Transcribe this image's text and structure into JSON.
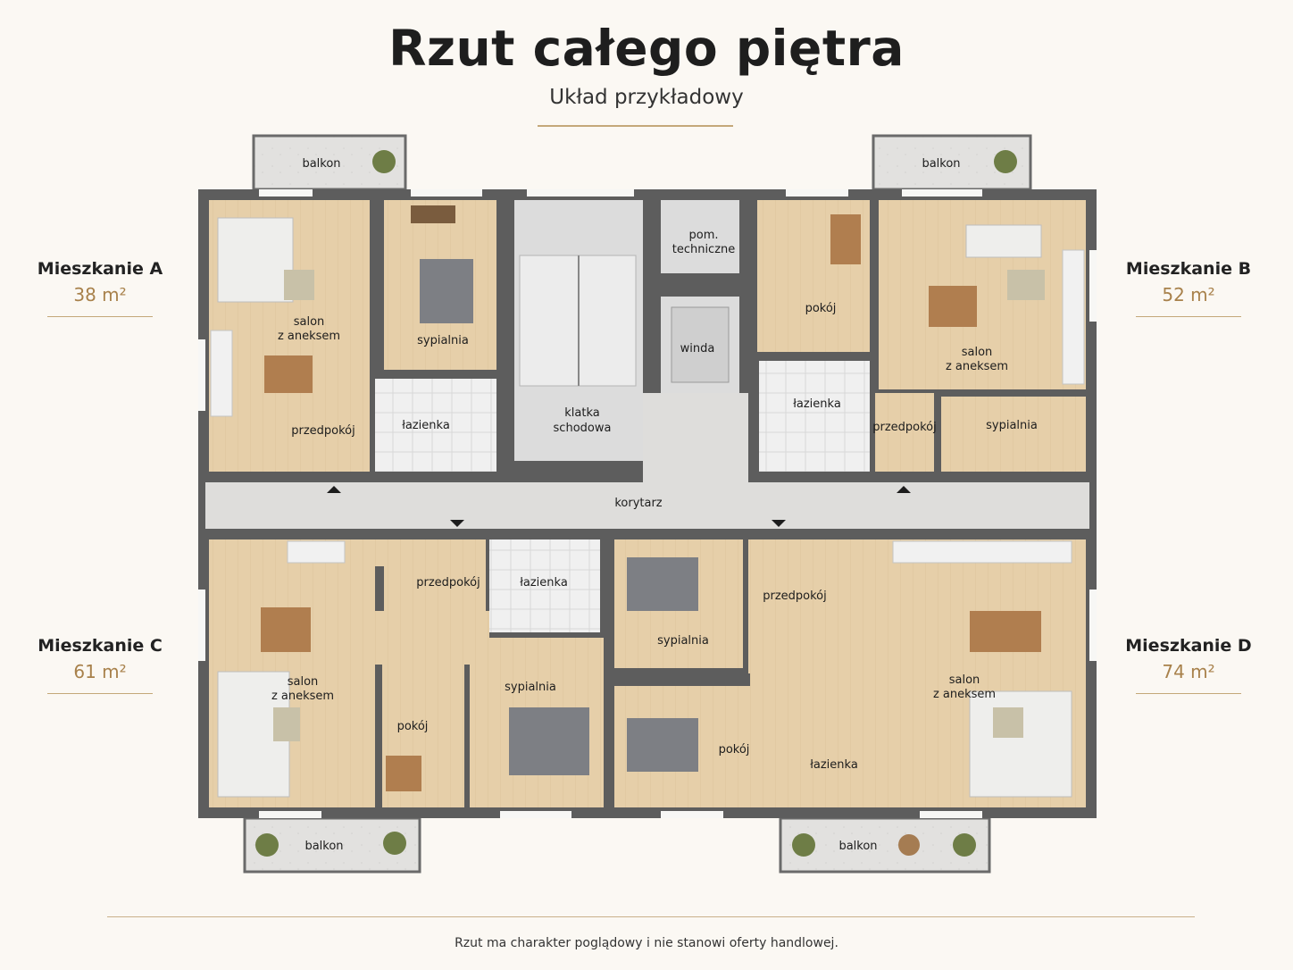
{
  "header": {
    "title": "Rzut całego piętra",
    "subtitle": "Układ przykładowy"
  },
  "apartments": {
    "a": {
      "name": "Mieszkanie A",
      "area": "38 m²"
    },
    "b": {
      "name": "Mieszkanie B",
      "area": "52 m²"
    },
    "c": {
      "name": "Mieszkanie C",
      "area": "61 m²"
    },
    "d": {
      "name": "Mieszkanie D",
      "area": "74 m²"
    }
  },
  "rooms": {
    "balkon": "balkon",
    "salon1": "salon",
    "salon2": "z aneksem",
    "sypialnia": "sypialnia",
    "lazienka": "łazienka",
    "przedpokoj": "przedpokój",
    "pokoj": "pokój",
    "pom1": "pom.",
    "pom2": "techniczne",
    "winda": "winda",
    "klatka1": "klatka",
    "klatka2": "schodowa",
    "korytarz": "korytarz"
  },
  "footer": {
    "note": "Rzut ma charakter poglądowy i nie stanowi oferty handlowej."
  },
  "colors": {
    "wall": "#5d5d5d",
    "floor": "#e6cfa9",
    "tile": "#eeeeee",
    "corridor": "#dcdcdc",
    "accent": "#a8814b"
  }
}
